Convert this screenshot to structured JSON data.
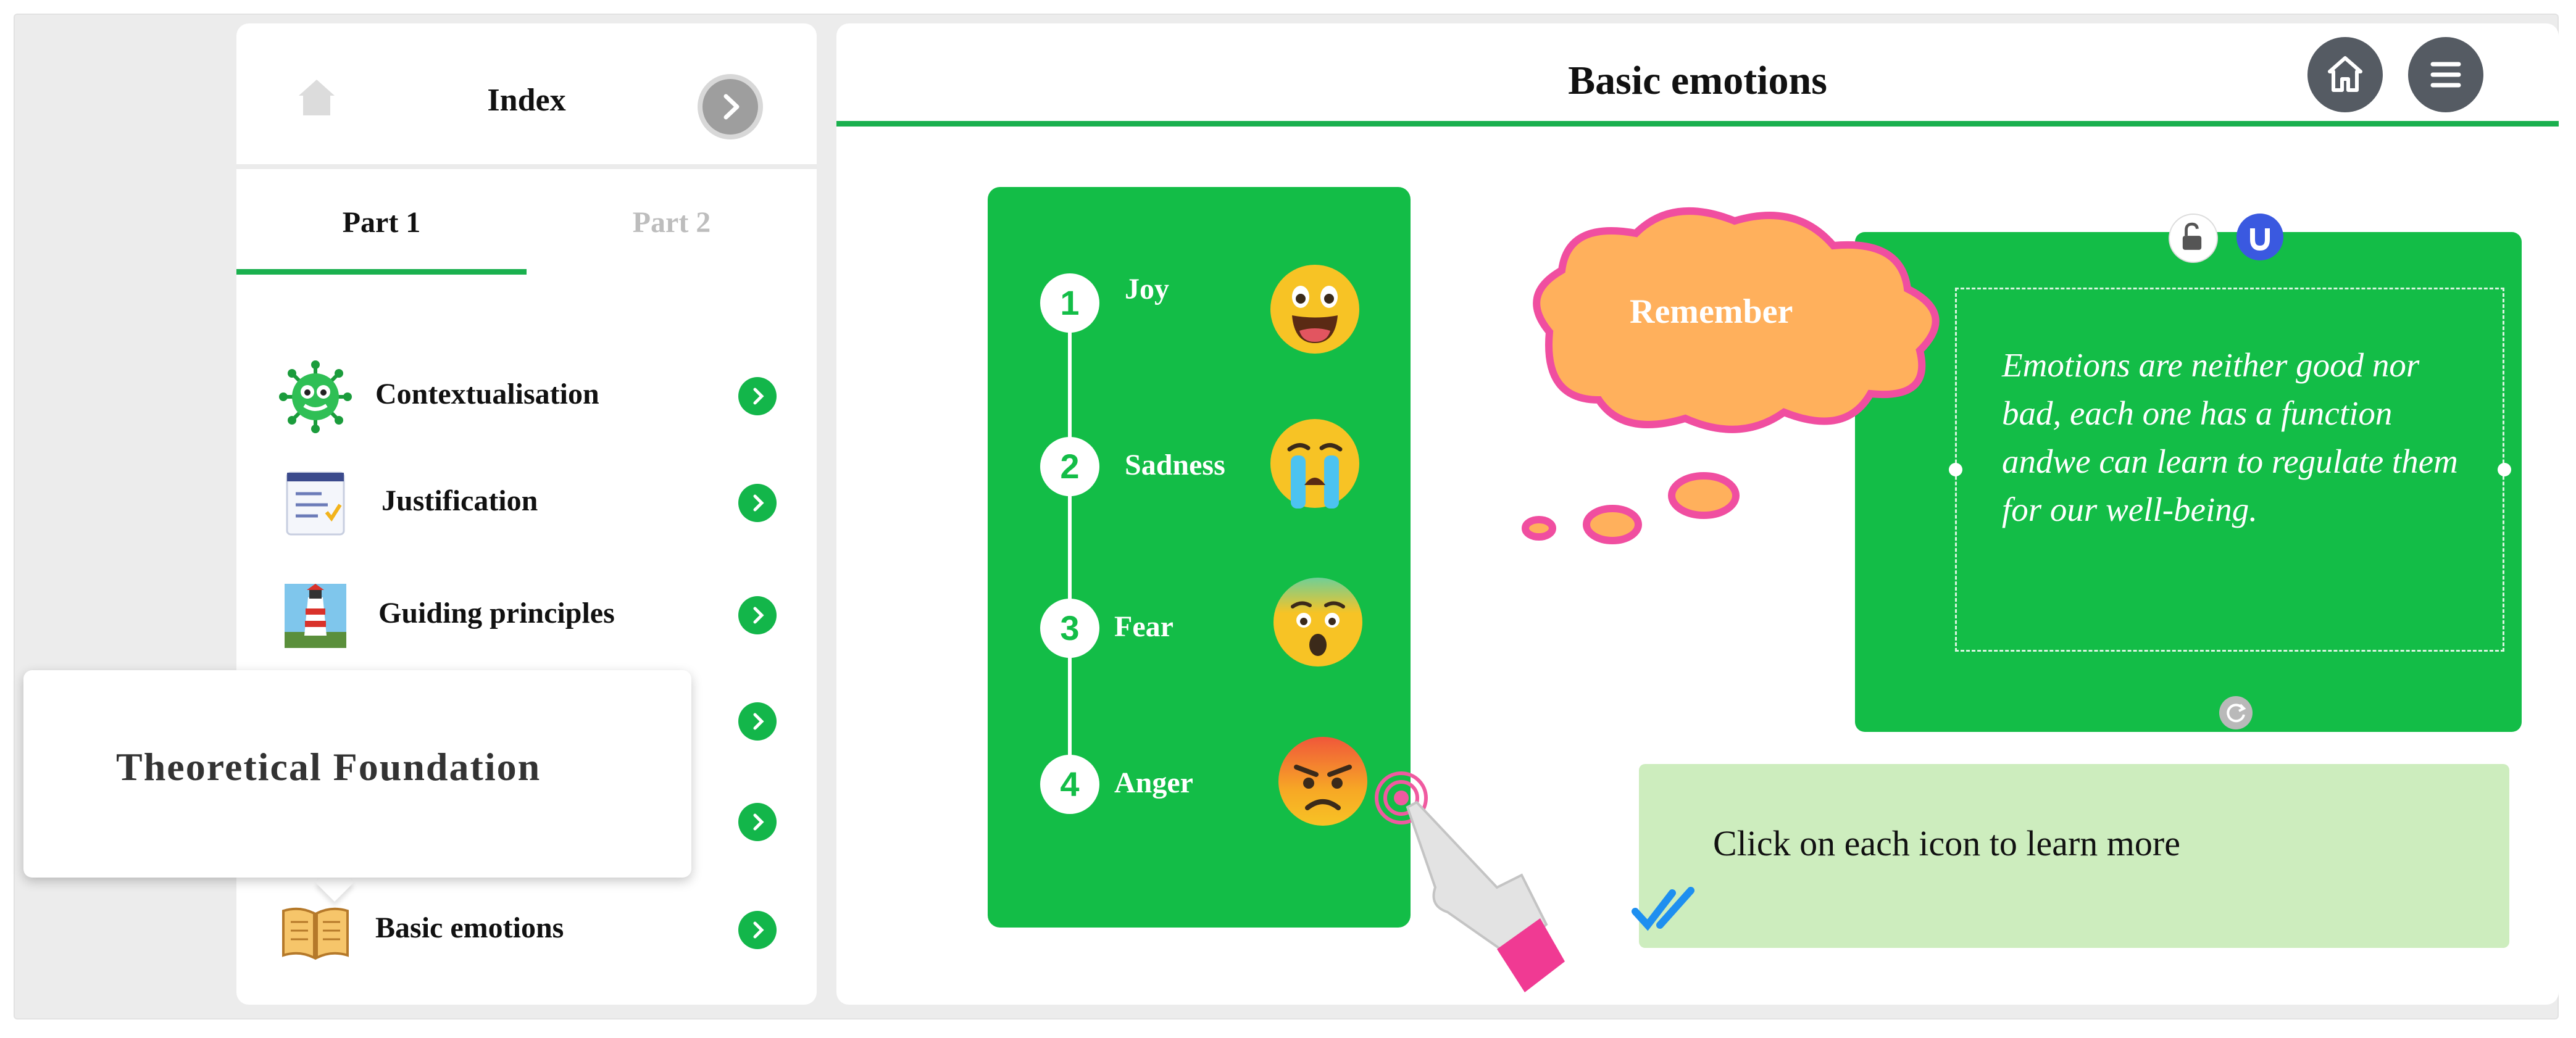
{
  "sidebar": {
    "title": "Index",
    "tabs": [
      {
        "label": "Part 1",
        "active": true
      },
      {
        "label": "Part 2",
        "active": false
      }
    ],
    "items": [
      {
        "label": "Contextualisation",
        "icon": "virus-icon"
      },
      {
        "label": "Justification",
        "icon": "checklist-icon"
      },
      {
        "label": "Guiding principles",
        "icon": "lighthouse-icon"
      },
      {
        "label": "",
        "icon": "blue-circle-icon"
      },
      {
        "label": "",
        "icon": "hidden-icon"
      },
      {
        "label": "Basic emotions",
        "icon": "open-book-icon"
      }
    ]
  },
  "tooltip": {
    "text": "Theoretical  Foundation"
  },
  "main": {
    "title": "Basic emotions",
    "emotions": [
      {
        "number": "1",
        "label": "Joy",
        "icon": "joy-face-icon"
      },
      {
        "number": "2",
        "label": "Sadness",
        "icon": "crying-face-icon"
      },
      {
        "number": "3",
        "label": "Fear",
        "icon": "fearful-face-icon"
      },
      {
        "number": "4",
        "label": "Anger",
        "icon": "angry-face-icon"
      }
    ],
    "remember": {
      "label": "Remember",
      "text": "Emotions are neither good nor bad, each one has a function andwe can learn to regulate them for our well-being."
    },
    "instruction": "Click  on each icon to learn more"
  },
  "colors": {
    "accent_green": "#13bd47",
    "sidebar_green": "#1ab04e",
    "cloud_orange": "#ffb05c",
    "cloud_outline": "#f04ea0",
    "instruction_bg": "#cdedbe",
    "header_button": "#555b63"
  }
}
